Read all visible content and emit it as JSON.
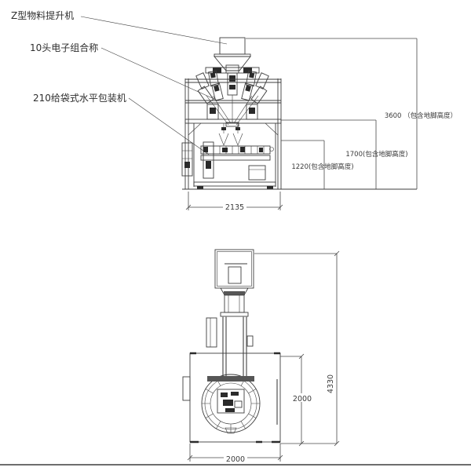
{
  "callouts": {
    "elevator": "Z型物料提升机",
    "weigher": "10头电子组合称",
    "packer": "210给袋式水平包装机"
  },
  "front_view": {
    "dim_total_height": "3600 （包含地脚高度）",
    "dim_frame_height": "1700(包含地脚高度)",
    "dim_machine_height": "1220(包含地脚高度)",
    "dim_width": "2135"
  },
  "plan_view": {
    "dim_total_length": "4330",
    "dim_depth": "2000",
    "dim_width": "2000"
  },
  "colors": {
    "line": "#3d3d3d",
    "text": "#3a3a3a",
    "background": "#ffffff"
  }
}
